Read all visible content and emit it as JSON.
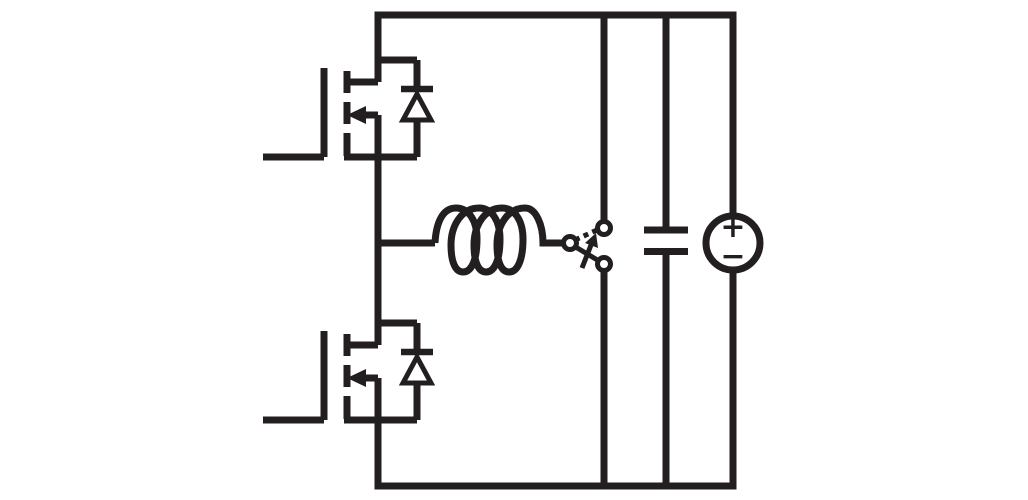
{
  "schematic": {
    "kind": "switching-power-converter-circuit",
    "colors": {
      "line": "#231f20",
      "background": "#ffffff"
    },
    "voltage_source": {
      "plus": "+",
      "minus": "−"
    },
    "components": [
      {
        "name": "high-side-mosfet",
        "symbol": "n-channel-mosfet-with-body-diode"
      },
      {
        "name": "low-side-mosfet",
        "symbol": "n-channel-mosfet-with-body-diode"
      },
      {
        "name": "inductor",
        "symbol": "loop-coil-inductor"
      },
      {
        "name": "spdt-switch",
        "symbol": "changeover-switch-with-motion-arrow"
      },
      {
        "name": "capacitor",
        "symbol": "parallel-plate-capacitor"
      },
      {
        "name": "voltage-source",
        "symbol": "dc-source-circle"
      }
    ]
  }
}
